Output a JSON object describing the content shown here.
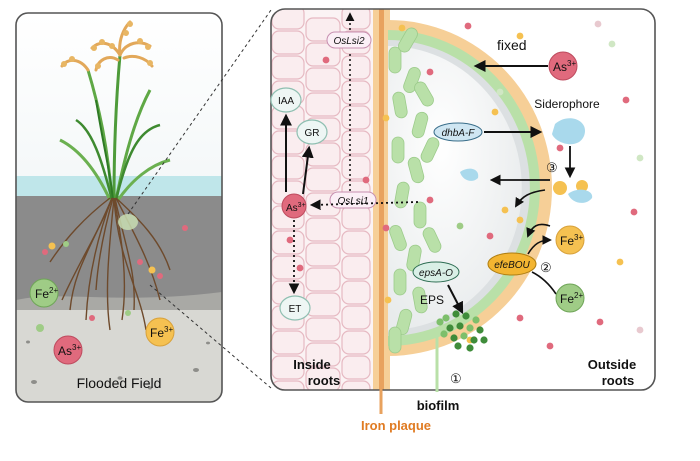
{
  "left_panel": {
    "caption": "Flooded Field",
    "ions": {
      "fe2": "Fe",
      "fe2_sup": "2+",
      "as3": "As",
      "as3_sup": "3+",
      "fe3": "Fe",
      "fe3_sup": "3+"
    }
  },
  "main_panel": {
    "inside_label": [
      "Inside",
      "roots"
    ],
    "outside_label": [
      "Outside",
      "roots"
    ],
    "genes": {
      "oslsi2": "OsLsi2",
      "oslsi1": "OsLsi1",
      "dhba": "dhbA-F",
      "efebou": "efeBOU",
      "epsa": "epsA-O"
    },
    "nodes": {
      "iaa": "IAA",
      "gr": "GR",
      "et": "ET"
    },
    "ions": {
      "as_inside": "As",
      "as_inside_sup": "3+",
      "as_outside": "As",
      "as_outside_sup": "3+",
      "fe3": "Fe",
      "fe3_sup": "3+",
      "fe2": "Fe",
      "fe2_sup": "2+"
    },
    "labels": {
      "fixed": "fixed",
      "siderophore": "Siderophore",
      "eps": "EPS",
      "step1": "①",
      "step2": "②",
      "step3": "③"
    }
  },
  "bottom_labels": {
    "biofilm": "biofilm",
    "iron_plaque": "Iron plaque"
  },
  "colors": {
    "iron": "#E8A25E",
    "iron_fill": "#F6CF97",
    "cell_fill": "#FAEDEF",
    "cell_stroke": "#E6B9C2",
    "bacteria": "#B9E0A8",
    "biofilm_dot": "#3F8C3A",
    "as_fill": "#E06A7D",
    "fe3_fill": "#F5C151",
    "fe2_fill": "#9FCC86",
    "siderophore": "#A9D9EC",
    "efebou_fill": "#F3B531"
  }
}
